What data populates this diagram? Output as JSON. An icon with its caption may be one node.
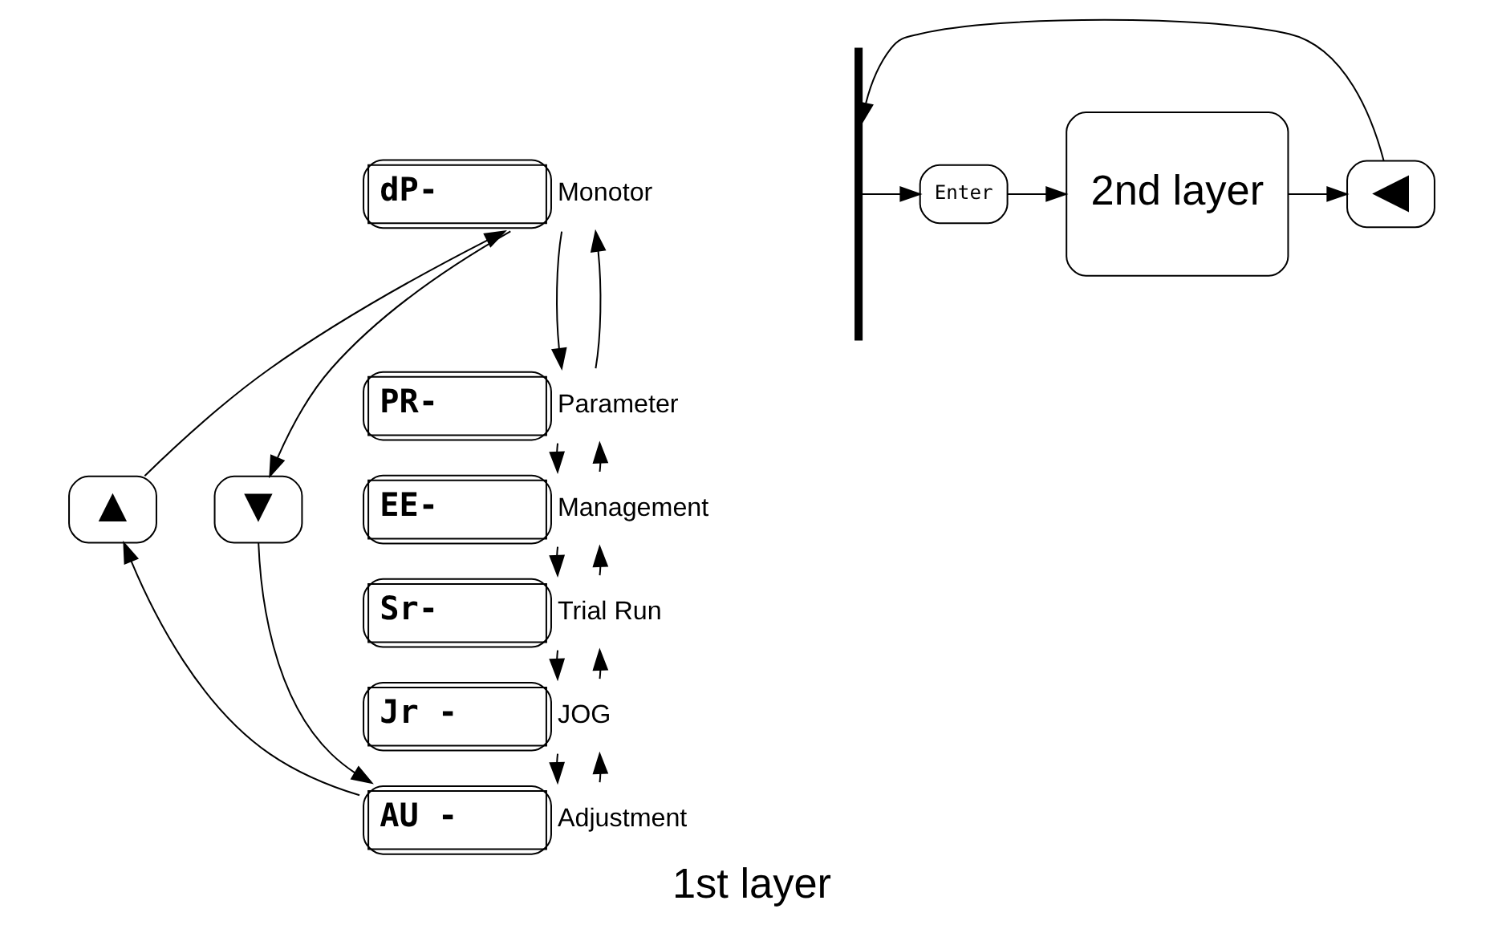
{
  "diagram": {
    "caption": "1st layer",
    "nodes": [
      {
        "text": [
          "▼"
        ]
      },
      {
        "text": [
          "▲"
        ]
      },
      {
        "text": [
          "dP-"
        ],
        "beside": [
          "Monotor"
        ]
      },
      {
        "text": [
          "PR-"
        ],
        "beside": [
          "Parameter"
        ]
      },
      {
        "text": [
          "EE-"
        ],
        "beside": [
          "Management"
        ]
      },
      {
        "text": [
          "Sr-"
        ],
        "beside": [
          "Trial Run"
        ]
      },
      {
        "text": [
          "Jr -"
        ],
        "beside": [
          "JOG"
        ]
      },
      {
        "text": [
          "AU -"
        ],
        "beside": [
          "Adjustment"
        ]
      },
      {
        "text": [],
        "shape": "bar"
      },
      {
        "text": [
          "Enter"
        ]
      },
      {
        "text": [
          "◀"
        ]
      },
      {
        "text": [
          "2nd layer"
        ]
      }
    ],
    "edges": [
      {
        "from": 2,
        "to": 0,
        "arrow": "to"
      },
      {
        "from": 0,
        "to": 7,
        "arrow": "to"
      },
      {
        "from": 7,
        "to": 1,
        "arrow": "to"
      },
      {
        "from": 1,
        "to": 2,
        "arrow": "to"
      },
      {
        "from": 2,
        "to": 3,
        "arrow": "to"
      },
      {
        "from": 3,
        "to": 2,
        "arrow": "to"
      },
      {
        "from": 3,
        "to": 4,
        "arrow": "to"
      },
      {
        "from": 4,
        "to": 3,
        "arrow": "to"
      },
      {
        "from": 4,
        "to": 5,
        "arrow": "to"
      },
      {
        "from": 5,
        "to": 4,
        "arrow": "to"
      },
      {
        "from": 5,
        "to": 6,
        "arrow": "to"
      },
      {
        "from": 6,
        "to": 5,
        "arrow": "to"
      },
      {
        "from": 6,
        "to": 7,
        "arrow": "to"
      },
      {
        "from": 7,
        "to": 6,
        "arrow": "to"
      },
      {
        "from": 8,
        "to": 9,
        "arrow": "to"
      },
      {
        "from": 9,
        "to": 11,
        "arrow": "to"
      },
      {
        "from": 11,
        "to": 10,
        "arrow": "to"
      },
      {
        "from": 10,
        "to": 8,
        "arrow": "to"
      }
    ]
  }
}
